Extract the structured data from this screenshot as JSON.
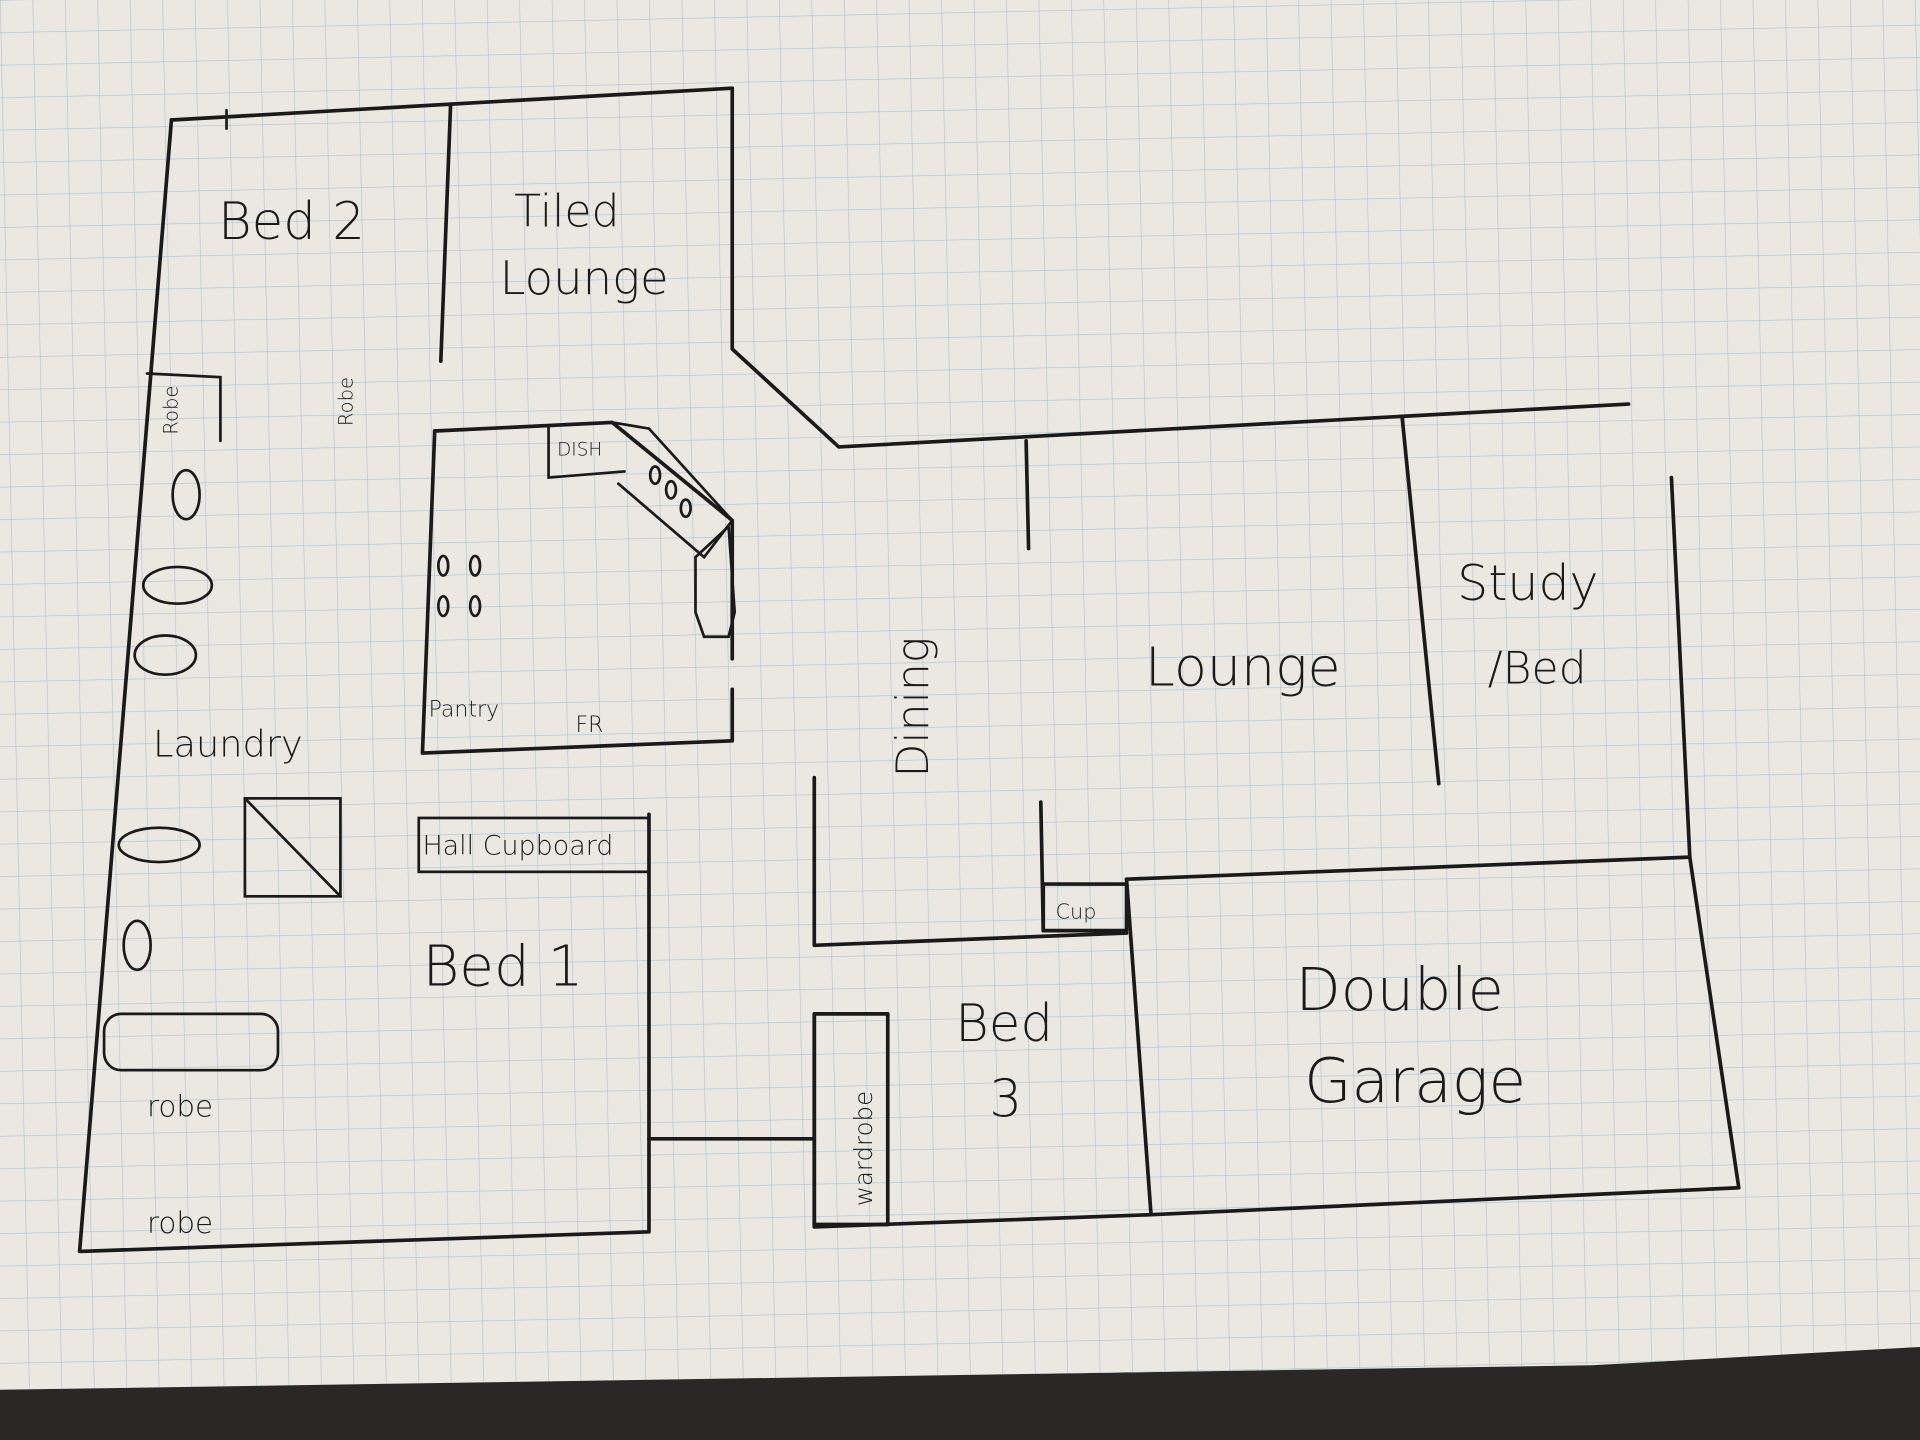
{
  "title": "Hand-drawn house floor plan",
  "colors": {
    "paper": "#ebe8e1",
    "grid": "#a9c3d6",
    "ink": "#1a1a1a",
    "table": "#2a2826"
  },
  "rooms": {
    "bed2": "Bed 2",
    "tiled_lounge_1": "Tiled",
    "tiled_lounge_2": "Lounge",
    "robe_a": "Robe",
    "robe_b": "Robe",
    "dish": "DISH",
    "pantry": "Pantry",
    "fridge": "FR",
    "laundry": "Laundry",
    "hall_cupboard": "Hall Cupboard",
    "bed1": "Bed 1",
    "robe_c": "robe",
    "robe_d": "robe",
    "dining": "Dining",
    "lounge": "Lounge",
    "study_1": "Study",
    "study_2": "/Bed",
    "cup": "Cup",
    "bed3_1": "Bed",
    "bed3_2": "3",
    "wardrobe": "wardrobe",
    "garage_1": "Double",
    "garage_2": "Garage"
  }
}
